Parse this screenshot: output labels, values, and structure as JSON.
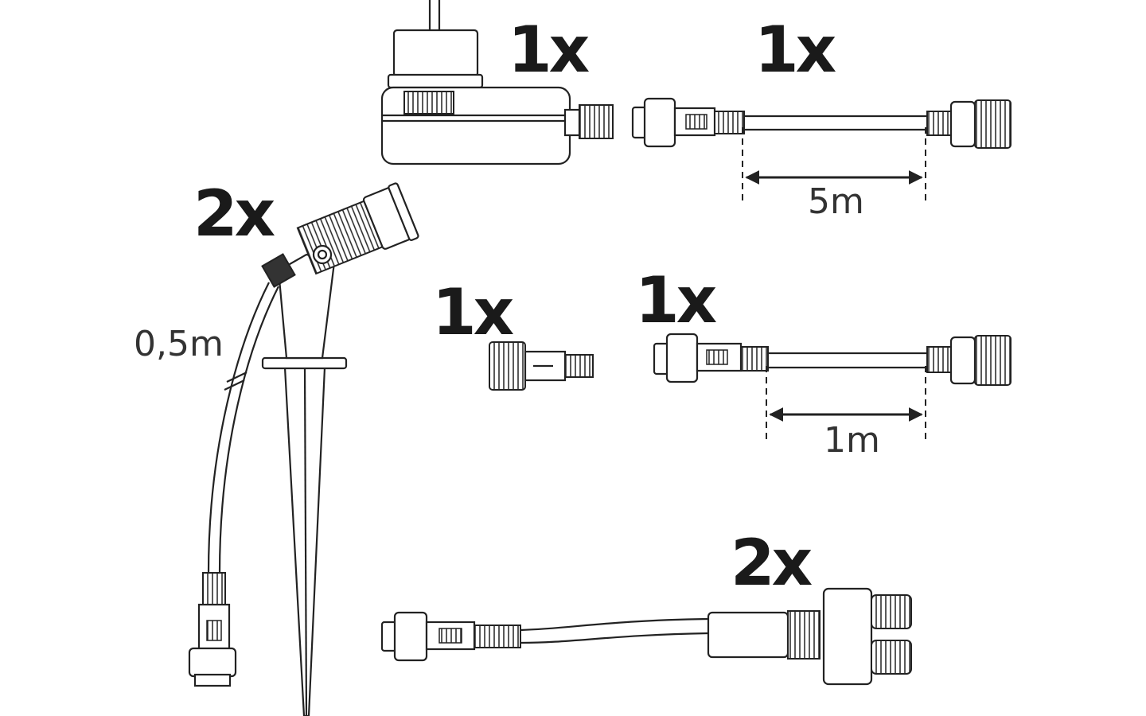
{
  "items": {
    "transformer": {
      "qty": "1x"
    },
    "cable_5m": {
      "qty": "1x",
      "length": "5m"
    },
    "spotlight": {
      "qty": "2x",
      "cable_length": "0,5m"
    },
    "end_cap": {
      "qty": "1x"
    },
    "cable_1m": {
      "qty": "1x",
      "length": "1m"
    },
    "splitter": {
      "qty": "2x"
    }
  },
  "colors": {
    "line": "#222222",
    "background": "#ffffff"
  }
}
